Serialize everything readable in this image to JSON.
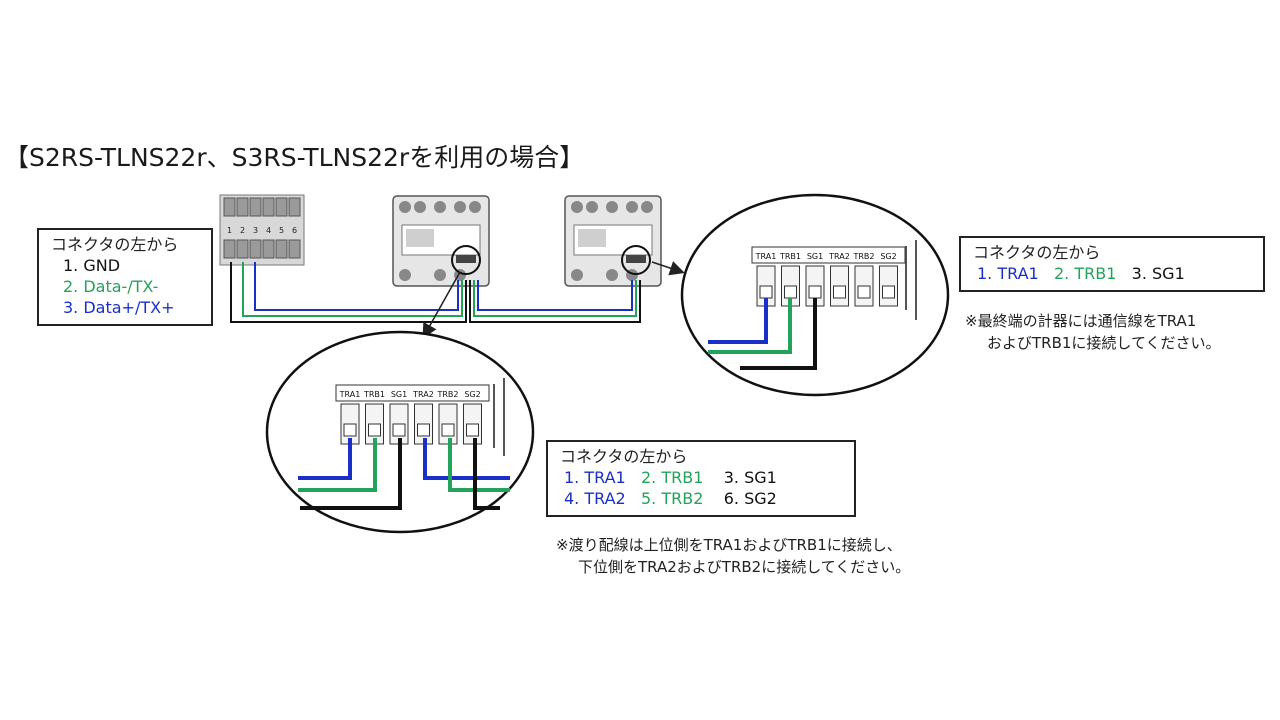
{
  "title": "【S2RS-TLNS22r、S3RS-TLNS22rを利用の場合】",
  "legend_left": {
    "heading": "コネクタの左から",
    "items": [
      "1. GND",
      "2. Data-/TX-",
      "3. Data+/TX+"
    ]
  },
  "legend_right": {
    "heading": "コネクタの左から",
    "items": [
      "1. TRA1",
      "2. TRB1",
      "3. SG1"
    ]
  },
  "legend_bottom": {
    "heading": "コネクタの左から",
    "items": [
      "1. TRA1",
      "2. TRB1",
      "3. SG1",
      "4. TRA2",
      "5. TRB2",
      "6. SG2"
    ]
  },
  "note_right": [
    "※最終端の計器には通信線をTRA1",
    "およびTRB1に接続してください。"
  ],
  "note_bottom": [
    "※渡り配線は上位側をTRA1およびTRB1に接続し、",
    "下位側をTRA2およびTRB2に接続してください。"
  ],
  "connector_pins": [
    "1",
    "2",
    "3",
    "4",
    "5",
    "6"
  ],
  "terminal_labels": [
    "TRA1",
    "TRB1",
    "SG1",
    "TRA2",
    "TRB2",
    "SG2"
  ],
  "colors": {
    "wire_blue": "#1a2fc8",
    "wire_green": "#23a35a",
    "wire_black": "#111111"
  }
}
